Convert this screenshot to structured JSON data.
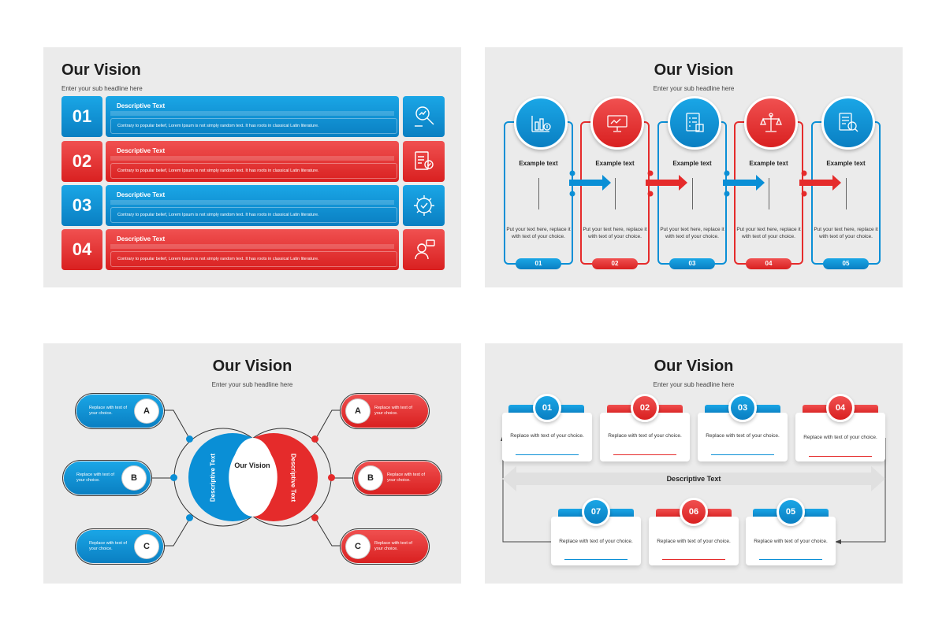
{
  "slides": [
    {
      "title": "Our Vision",
      "subtitle": "Enter your sub headline here",
      "rows": [
        {
          "number": "01",
          "heading": "Descriptive Text",
          "text": "Contrary to popular belief, Lorem Ipsum is not simply random text. It has roots in classical Latin literature.",
          "color": "blue",
          "icon": "analytics-search-icon"
        },
        {
          "number": "02",
          "heading": "Descriptive Text",
          "text": "Contrary to popular belief, Lorem Ipsum is not simply random text. It has roots in classical Latin literature.",
          "color": "red",
          "icon": "checklist-search-icon"
        },
        {
          "number": "03",
          "heading": "Descriptive Text",
          "text": "Contrary to popular belief, Lorem Ipsum is not simply random text. It has roots in classical Latin literature.",
          "color": "blue",
          "icon": "gear-check-icon"
        },
        {
          "number": "04",
          "heading": "Descriptive Text",
          "text": "Contrary to popular belief, Lorem Ipsum is not simply random text. It has roots in classical Latin literature.",
          "color": "red",
          "icon": "support-agent-icon"
        }
      ]
    },
    {
      "title": "Our Vision",
      "subtitle": "Enter your sub headline here",
      "steps": [
        {
          "label": "Example text",
          "text": "Put your text here, replace it with text of your choice.",
          "number": "01",
          "color": "blue",
          "icon": "finance-chart-icon"
        },
        {
          "label": "Example text",
          "text": "Put your text here, replace it with text of your choice.",
          "number": "02",
          "color": "red",
          "icon": "presentation-board-icon"
        },
        {
          "label": "Example text",
          "text": "Put your text here, replace it with text of your choice.",
          "number": "03",
          "color": "blue",
          "icon": "checklist-box-icon"
        },
        {
          "label": "Example text",
          "text": "Put your text here, replace it with text of your choice.",
          "number": "04",
          "color": "red",
          "icon": "balance-scale-icon"
        },
        {
          "label": "Example text",
          "text": "Put your text here, replace it with text of your choice.",
          "number": "05",
          "color": "blue",
          "icon": "document-search-icon"
        }
      ]
    },
    {
      "title": "Our Vision",
      "subtitle": "Enter your sub headline here",
      "center_label": "Our Vision",
      "left_label": "Descriptive Text",
      "right_label": "Descriptive Text",
      "left_items": [
        {
          "letter": "A",
          "text": "Replace with text of your choice."
        },
        {
          "letter": "B",
          "text": "Replace with text of your choice."
        },
        {
          "letter": "C",
          "text": "Replace with text of your choice."
        }
      ],
      "right_items": [
        {
          "letter": "A",
          "text": "Replace with text of your choice."
        },
        {
          "letter": "B",
          "text": "Replace with text of your choice."
        },
        {
          "letter": "C",
          "text": "Replace with text of your choice."
        }
      ]
    },
    {
      "title": "Our Vision",
      "subtitle": "Enter your sub headline here",
      "banner": "Descriptive Text",
      "top_cards": [
        {
          "number": "01",
          "text": "Replace with text of your choice.",
          "color": "blue"
        },
        {
          "number": "02",
          "text": "Replace with text of your choice.",
          "color": "red"
        },
        {
          "number": "03",
          "text": "Replace with text of your choice.",
          "color": "blue"
        },
        {
          "number": "04",
          "text": "Replace with text of your choice.",
          "color": "red"
        }
      ],
      "bottom_cards": [
        {
          "number": "07",
          "text": "Replace with text of your choice.",
          "color": "blue"
        },
        {
          "number": "06",
          "text": "Replace with text of your choice.",
          "color": "red"
        },
        {
          "number": "05",
          "text": "Replace with text of your choice.",
          "color": "blue"
        }
      ]
    }
  ],
  "colors": {
    "blue": "#0a8fd6",
    "red": "#e52b2b"
  }
}
